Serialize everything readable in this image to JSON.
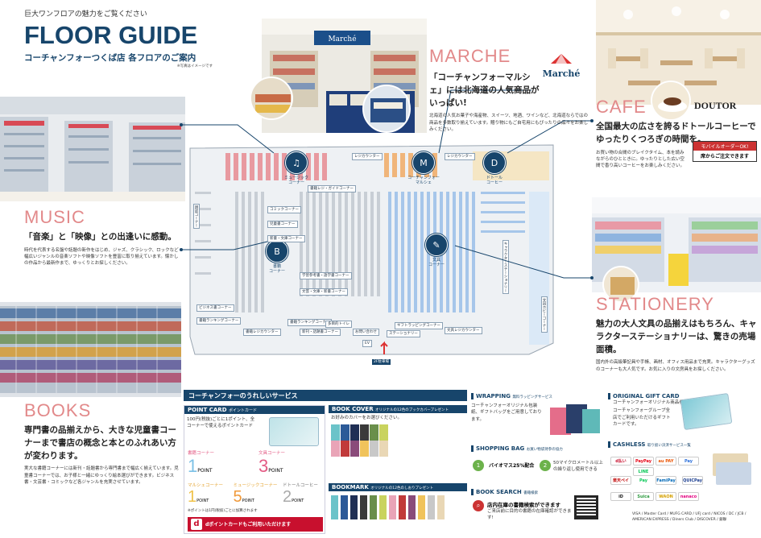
{
  "header": {
    "tagline": "巨大ワンフロアの魅力をご覧ください",
    "title": "FLOOR GUIDE",
    "subtitle": "コーチャンフォーつくば店 各フロアのご案内",
    "note": "※写真はイメージです"
  },
  "music": {
    "title": "MUSIC",
    "headline": "「音楽」と「映像」との出逢いに感動。",
    "body": "時代を代表する名盤や話題の新作をはじめ、ジャズ、クラシック、ロックなど幅広いジャンルの音楽ソフトや映像ソフトを豊富に取り揃えています。懐かしの作品から最新作まで、ゆっくりとお探しください。"
  },
  "books": {
    "title": "BOOKS",
    "headline": "専門書の品揃えから、大きな児童書コーナーまで書店の概念と本とのふれあい方が変わります。",
    "body": "実大な書籍コーナーには新刊・話題書から専門書まで幅広く揃えています。児童書コーナーでは、お子様と一緒にゆっくり絵本選びができます。ビジネス書・文芸書・コミックなど各ジャンルを充実させています。"
  },
  "marche": {
    "title": "MARCHE",
    "headline": "「コーチャンフォーマルシェ」には北海道の人気商品がいっぱい!",
    "body": "北海道の人気お菓子や海産物、スイーツ、地酒、ワインなど、北海道ならではの商品を多数取り揃えています。贈り物にもご自宅用にもぴったりの品々をお楽しみください。",
    "logo": "Marché"
  },
  "cafe": {
    "title": "CAFE",
    "headline": "全国最大の広さを誇るドトールコーヒーでゆったりくつろぎの時間を。",
    "body": "お買い物の合間のブレイクタイム、本を読みながらのひとときに。ゆったりとした広い空間で香り高いコーヒーをお楽しみください。",
    "logo": "DOUTOR",
    "mobile": "モバイルオーダーOK!",
    "mobile_sub": "席からご注文できます"
  },
  "stationery": {
    "title": "STATIONERY",
    "headline": "魅力の大人文具の品揃えはもちろん、キャラクターステーショナリーは、驚きの売場面積。",
    "body": "国内外の高級筆記具や手帳、画材、オフィス用品まで充実。キャラクターグッズのコーナーも大人気です。お気に入りの文房具をお探しください。"
  },
  "map": {
    "zones": [
      {
        "name": "ミュージック\nコーナー",
        "icon": "♫"
      },
      {
        "name": "コーチャンフォー\nマルシェ",
        "icon": "M"
      },
      {
        "name": "ドトール\nコーヒー",
        "icon": "D"
      },
      {
        "name": "書籍\nコーナー",
        "icon": "B"
      },
      {
        "name": "文具\nコーナー",
        "icon": "✎"
      }
    ],
    "tags": [
      "レジカウンター",
      "レジカウンター",
      "書籍レジ・ガイドコーナー",
      "コミックコーナー",
      "児童書コーナー",
      "新書・文庫コーナー",
      "学習参考書・語学書コーナー",
      "文芸・文庫・新書コーナー",
      "ビジネス書コーナー",
      "書籍ランキングコーナー",
      "書籍ランキングコーナー",
      "書籍レジカウンター",
      "新刊・話題書コーナー",
      "お問い合わせ",
      "ステーショナリー",
      "ギフトラッピングコーナー",
      "文具レジカウンター",
      "キャラクターステーショナリー",
      "雑誌コーナー",
      "文具ホビーコーナー",
      "多目的トイレ"
    ],
    "entrance": "2F駐車場",
    "ev": "EV"
  },
  "services": {
    "title": "コーチャンフォーのうれしいサービス",
    "point": {
      "head": "POINT CARD",
      "sub": "ポイントカード",
      "desc": "100円(税抜)ごとに1ポイント、全コーナーで使えるポイントカード",
      "items": [
        {
          "label": "書籍コーナー",
          "pt": "1",
          "u": "POINT"
        },
        {
          "label": "文具コーナー",
          "pt": "3",
          "u": "POINT"
        },
        {
          "label": "マルシェコーナー",
          "pt": "1",
          "u": "POINT"
        },
        {
          "label": "ミュージックコーナー",
          "pt": "5",
          "u": "POINT"
        },
        {
          "label": "ドトールコーヒー",
          "pt": "2",
          "u": "POINT"
        }
      ],
      "footnote": "※ポイントは1円(税抜)ごとに加算されます",
      "d": "dポイントカードもご利用いただけます"
    },
    "cover": {
      "head": "BOOK COVER",
      "sub": "オリジナルの12色のブックカバープレゼント",
      "desc": "お好みのカバーをお選びください。"
    },
    "bookmark": {
      "head": "BOOKMARK",
      "sub": "オリジナルの12色のしおりプレゼント"
    },
    "wrapping": {
      "head": "WRAPPING",
      "sub": "無料ラッピングサービス",
      "desc": "コーチャンフォーオリジナル包装紙、ギフトバッグをご用意しております。"
    },
    "bag": {
      "head": "SHOPPING BAG",
      "sub": "お買い物袋持参の協力",
      "pct": "バイオマス25%配合",
      "note": "50マイクロメートル以上の繰り返し使用できる"
    },
    "gift": {
      "head": "ORIGINAL GIFT CARD",
      "sub": "コーチャンフォーオリジナル商品券",
      "desc": "コーチャンフォーグループ全店でご利用いただけるギフトカードです。"
    },
    "search": {
      "head": "BOOK SEARCH",
      "sub": "書籍検索",
      "main": "店内在庫の書籍検索ができます",
      "desc": "ご来店前に目的の書籍の在庫確認ができます!"
    },
    "cashless": {
      "head": "CASHLESS",
      "sub": "取り扱い決済サービス一覧",
      "brands": [
        "d払い",
        "PayPay",
        "au PAY",
        "Pay",
        "楽天ペイ",
        "LINE Pay",
        "FamiPay",
        "QUICPay",
        "iD",
        "Suica",
        "WAON",
        "nanaco"
      ],
      "cards": "VISA / Master Card / MUFG CARD / UFJ card / NICOS / DC / JCB / AMERICAN EXPRESS / Diners Club / DISCOVER / 銀聯"
    }
  }
}
